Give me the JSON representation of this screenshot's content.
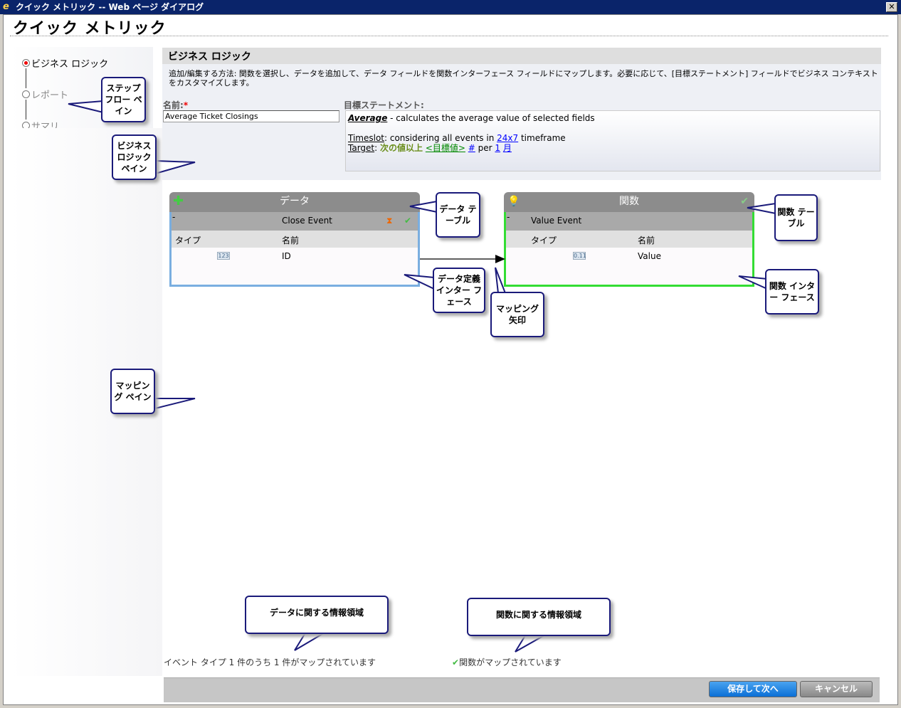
{
  "window": {
    "title": "クイック メトリック -- Web ページ ダイアログ",
    "close": "✕"
  },
  "page_title": "クイック メトリック",
  "steps": [
    {
      "label": "ビジネス ロジック",
      "active": true
    },
    {
      "label": "レポート",
      "active": false
    },
    {
      "label": "サマリ",
      "active": false
    }
  ],
  "main": {
    "header": "ビジネス ロジック",
    "description": "追加/編集する方法: 関数を選択し、データを追加して、データ フィールドを関数インターフェース フィールドにマップします。必要に応じて、[目標ステートメント] フィールドでビジネス コンテキストをカスタマイズします。",
    "name_label": "名前:",
    "required_mark": "*",
    "name_value": "Average Ticket Closings",
    "target_label": "目標ステートメント:",
    "target": {
      "function": "Average",
      "function_desc": " - calculates the average value of selected fields",
      "timeslot_label": "Timeslot",
      "timeslot_text": ": considering all events in ",
      "timeslot_link": "24x7",
      "timeslot_suffix": " timeframe",
      "target_label": "Target",
      "target_sep": ": ",
      "target_cond": "次の値以上",
      "target_value": "<目標値>",
      "target_hash": "#",
      "per": " per ",
      "per_num": "1",
      "per_unit": "月"
    }
  },
  "data_table": {
    "title": "データ",
    "event": "Close Event",
    "col_type": "タイプ",
    "col_name": "名前",
    "rows": [
      {
        "type_icon": "123",
        "name": "ID"
      }
    ],
    "colors": {
      "border": "#7aaee0"
    }
  },
  "function_table": {
    "title": "関数",
    "event": "Value Event",
    "col_type": "タイプ",
    "col_name": "名前",
    "rows": [
      {
        "type_icon": "0.11",
        "name": "Value"
      }
    ],
    "colors": {
      "border": "#33dd33"
    }
  },
  "callouts": {
    "step_flow": "ステップ フロー ペイン",
    "business_logic": "ビジネス ロジック ペイン",
    "data_table": "データ テーブル",
    "function_table": "関数 テーブル",
    "data_interface": "データ定義 インター フェース",
    "mapping_arrow": "マッピング 矢印",
    "function_interface": "関数 インター フェース",
    "mapping_pane": "マッピング ペイン",
    "data_info": "データに関する情報領域",
    "function_info": "関数に関する情報領域"
  },
  "status": {
    "data": "イベント タイプ 1 件のうち 1 件がマップされています",
    "function": "関数がマップされています"
  },
  "buttons": {
    "save": "保存して次へ",
    "cancel": "キャンセル"
  }
}
